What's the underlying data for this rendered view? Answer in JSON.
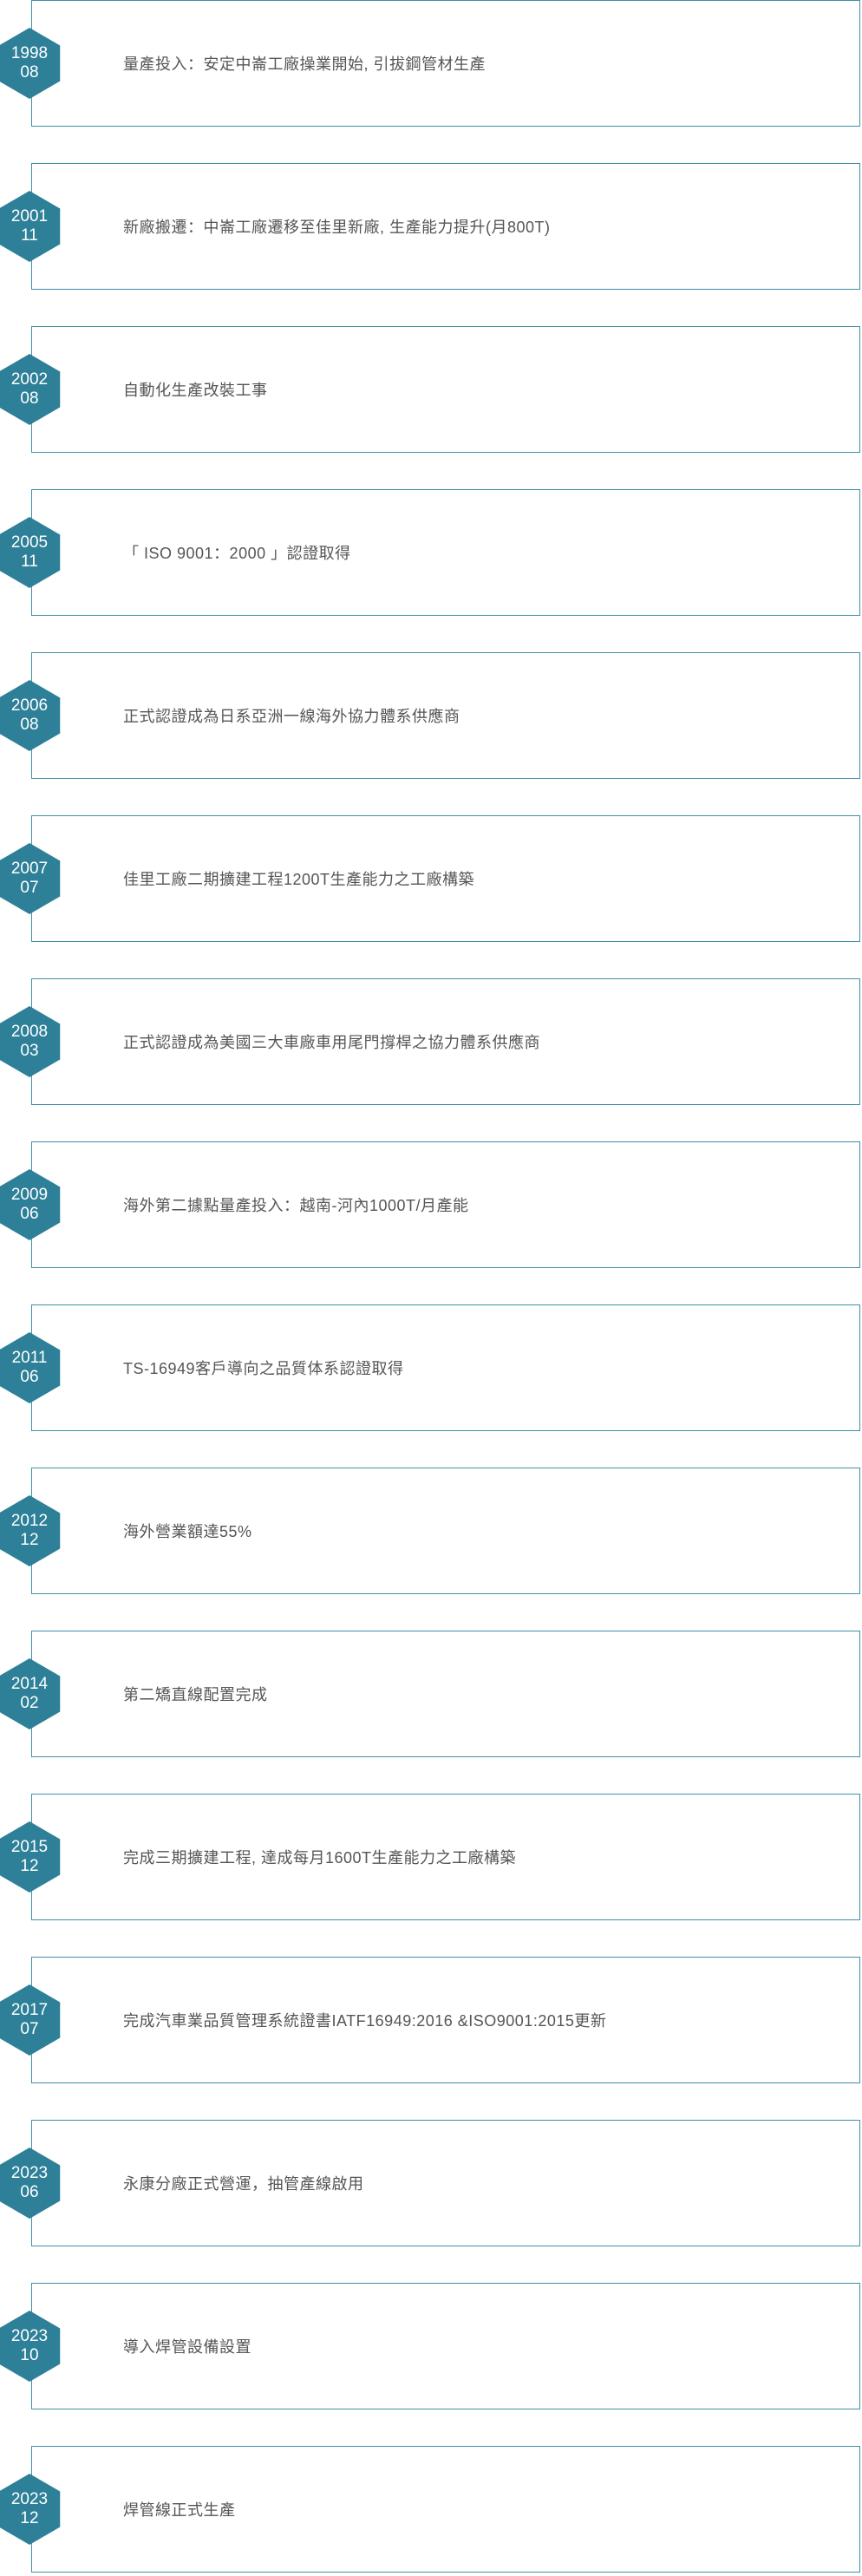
{
  "timeline": {
    "items": [
      {
        "year": "1998",
        "month": "08",
        "text": "量產投入：安定中崙工廠操業開始, 引拔鋼管材生產"
      },
      {
        "year": "2001",
        "month": "11",
        "text": "新廠搬遷：中崙工廠遷移至佳里新廠, 生產能力提升(月800T)"
      },
      {
        "year": "2002",
        "month": "08",
        "text": "自動化生產改裝工事"
      },
      {
        "year": "2005",
        "month": "11",
        "text": "「 ISO 9001：2000 」認證取得"
      },
      {
        "year": "2006",
        "month": "08",
        "text": "正式認證成為日系亞洲一線海外協力體系供應商"
      },
      {
        "year": "2007",
        "month": "07",
        "text": "佳里工廠二期擴建工程1200T生產能力之工廠構築"
      },
      {
        "year": "2008",
        "month": "03",
        "text": "正式認證成為美國三大車廠車用尾門撐桿之協力體系供應商"
      },
      {
        "year": "2009",
        "month": "06",
        "text": "海外第二據點量產投入：越南-河內1000T/月產能"
      },
      {
        "year": "2011",
        "month": "06",
        "text": "TS-16949客戶導向之品質体系認證取得"
      },
      {
        "year": "2012",
        "month": "12",
        "text": "海外營業額達55%"
      },
      {
        "year": "2014",
        "month": "02",
        "text": "第二矯直線配置完成"
      },
      {
        "year": "2015",
        "month": "12",
        "text": "完成三期擴建工程, 達成每月1600T生產能力之工廠構築"
      },
      {
        "year": "2017",
        "month": "07",
        "text": "完成汽車業品質管理系統證書IATF16949:2016 &ISO9001:2015更新"
      },
      {
        "year": "2023",
        "month": "06",
        "text": "永康分廠正式營運，抽管產線啟用"
      },
      {
        "year": "2023",
        "month": "10",
        "text": "導入焊管設備設置"
      },
      {
        "year": "2023",
        "month": "12",
        "text": "焊管線正式生產"
      }
    ]
  }
}
